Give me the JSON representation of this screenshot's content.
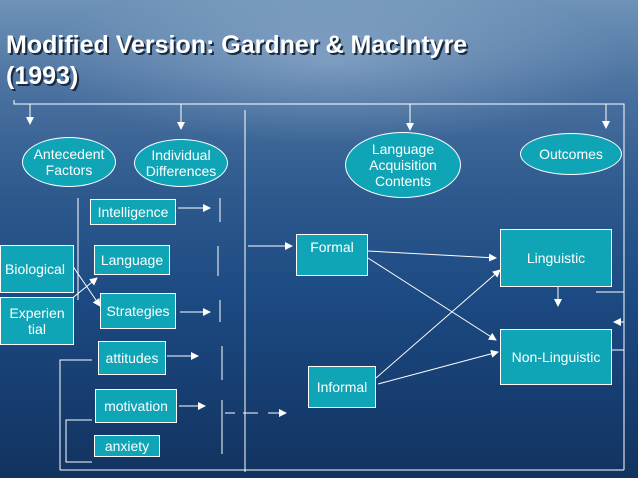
{
  "slide": {
    "title_line1": "Modified Version: Gardner & MacIntyre",
    "title_line2": "(1993)"
  },
  "headers": {
    "antecedent": "Antecedent\nFactors",
    "individual": "Individual\nDifferences",
    "acquisition": "Language\nAcquisition\nContents",
    "outcomes": "Outcomes"
  },
  "antecedents": {
    "biological": "Biological",
    "experiential": "Experien\ntial"
  },
  "differences": {
    "intelligence": "Intelligence",
    "language": "Language",
    "strategies": "Strategies",
    "attitudes": "attitudes",
    "motivation": "motivation",
    "anxiety": "anxiety"
  },
  "contexts": {
    "formal": "Formal",
    "informal": "Informal"
  },
  "outcomes": {
    "linguistic": "Linguistic",
    "non_linguistic": "Non-Linguistic"
  },
  "colors": {
    "box_fill": "#0fa5b7",
    "line": "#ffffff"
  }
}
